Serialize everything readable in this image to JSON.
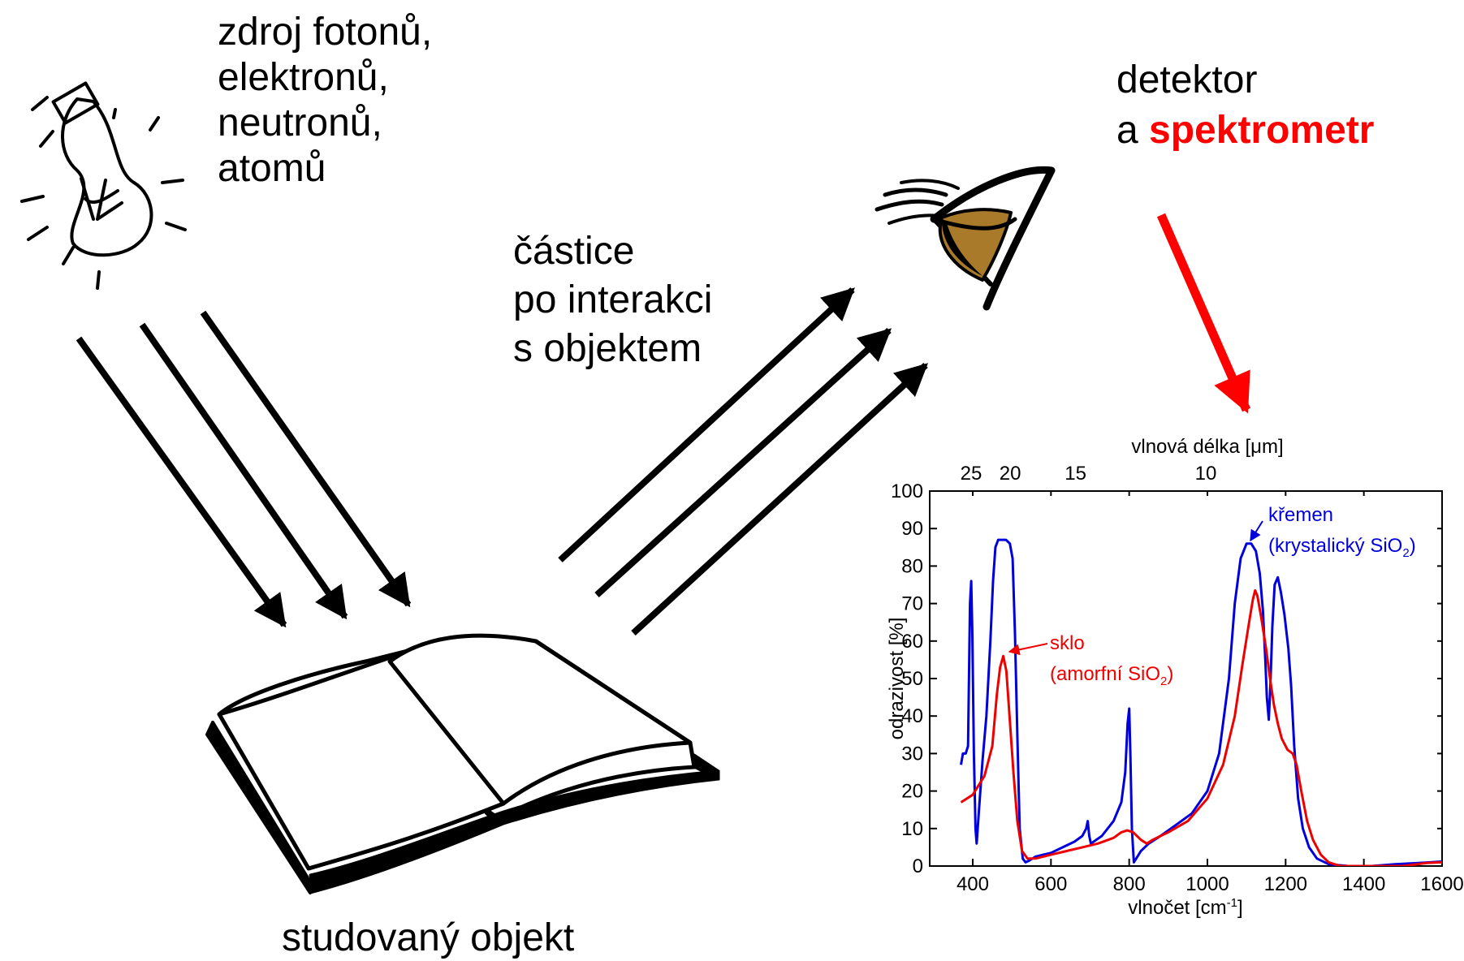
{
  "source": {
    "lines": [
      "zdroj fotonů,",
      "elektronů,",
      "neutronů,",
      "atomů"
    ],
    "icon": "light-bulb-icon"
  },
  "particles": {
    "lines": [
      "částice",
      "po interakci",
      "s objektem"
    ]
  },
  "detector": {
    "line1": "detektor",
    "line2_prefix": "a ",
    "line2_highlight": "spektrometr",
    "icon": "eye-icon"
  },
  "object": {
    "label": "studovaný objekt",
    "icon": "open-book-icon"
  },
  "colors": {
    "arrows": "#000000",
    "spectrometer_arrow": "#ff0000",
    "highlight_text": "#ff0000",
    "quartz": "#0000dd",
    "glass": "#ee0000",
    "iris": "#a87a2a"
  },
  "chart_data": {
    "type": "line",
    "xlabel": "vlnočet [cm",
    "xlabel_sup": "-1",
    "xlabel_close": "]",
    "ylabel": "odrazivost [%]",
    "top_axis_label": "vlnová délka [μm]",
    "xlim": [
      290,
      1600
    ],
    "ylim": [
      0,
      100
    ],
    "xticks": [
      400,
      600,
      800,
      1000,
      1200,
      1400,
      1600
    ],
    "yticks": [
      0,
      10,
      20,
      30,
      40,
      50,
      60,
      70,
      80,
      90,
      100
    ],
    "top_ticks": [
      {
        "label": "25",
        "wavenumber": 400
      },
      {
        "label": "20",
        "wavenumber": 500
      },
      {
        "label": "15",
        "wavenumber": 667
      },
      {
        "label": "10",
        "wavenumber": 1000
      }
    ],
    "series": [
      {
        "name": "křemen",
        "color": "#0000dd",
        "points": [
          [
            370,
            27
          ],
          [
            375,
            30
          ],
          [
            382,
            30
          ],
          [
            388,
            32
          ],
          [
            393,
            70
          ],
          [
            396,
            76
          ],
          [
            399,
            62
          ],
          [
            403,
            30
          ],
          [
            407,
            10
          ],
          [
            410,
            6
          ],
          [
            416,
            15
          ],
          [
            425,
            28
          ],
          [
            435,
            40
          ],
          [
            445,
            60
          ],
          [
            452,
            76
          ],
          [
            458,
            85
          ],
          [
            465,
            87
          ],
          [
            475,
            87
          ],
          [
            485,
            87
          ],
          [
            495,
            86
          ],
          [
            502,
            82
          ],
          [
            508,
            62
          ],
          [
            514,
            35
          ],
          [
            520,
            10
          ],
          [
            528,
            2
          ],
          [
            535,
            1
          ],
          [
            545,
            1.5
          ],
          [
            560,
            2.5
          ],
          [
            580,
            3
          ],
          [
            600,
            3.5
          ],
          [
            630,
            5
          ],
          [
            660,
            6.5
          ],
          [
            680,
            8
          ],
          [
            690,
            10
          ],
          [
            694,
            12
          ],
          [
            698,
            8
          ],
          [
            702,
            6
          ],
          [
            730,
            8
          ],
          [
            760,
            12
          ],
          [
            780,
            17
          ],
          [
            790,
            25
          ],
          [
            796,
            38
          ],
          [
            800,
            42
          ],
          [
            803,
            30
          ],
          [
            807,
            10
          ],
          [
            812,
            1
          ],
          [
            818,
            2
          ],
          [
            830,
            4
          ],
          [
            850,
            6
          ],
          [
            880,
            8
          ],
          [
            920,
            11
          ],
          [
            960,
            14
          ],
          [
            1000,
            20
          ],
          [
            1030,
            30
          ],
          [
            1055,
            50
          ],
          [
            1070,
            70
          ],
          [
            1085,
            82
          ],
          [
            1100,
            86
          ],
          [
            1112,
            86
          ],
          [
            1124,
            84
          ],
          [
            1134,
            78
          ],
          [
            1142,
            68
          ],
          [
            1148,
            55
          ],
          [
            1152,
            45
          ],
          [
            1157,
            39
          ],
          [
            1161,
            48
          ],
          [
            1166,
            64
          ],
          [
            1172,
            75
          ],
          [
            1180,
            77
          ],
          [
            1188,
            73
          ],
          [
            1197,
            67
          ],
          [
            1207,
            58
          ],
          [
            1214,
            48
          ],
          [
            1222,
            32
          ],
          [
            1232,
            18
          ],
          [
            1244,
            10
          ],
          [
            1260,
            5
          ],
          [
            1280,
            2
          ],
          [
            1310,
            0.5
          ],
          [
            1360,
            0
          ],
          [
            1420,
            0
          ],
          [
            1480,
            0.5
          ],
          [
            1540,
            0.8
          ],
          [
            1600,
            1.2
          ]
        ]
      },
      {
        "name": "sklo",
        "color": "#ee0000",
        "points": [
          [
            370,
            17
          ],
          [
            400,
            19
          ],
          [
            430,
            24
          ],
          [
            450,
            32
          ],
          [
            462,
            46
          ],
          [
            470,
            53
          ],
          [
            478,
            56
          ],
          [
            486,
            52
          ],
          [
            494,
            40
          ],
          [
            504,
            25
          ],
          [
            514,
            12
          ],
          [
            526,
            4
          ],
          [
            540,
            2
          ],
          [
            560,
            2
          ],
          [
            600,
            3
          ],
          [
            640,
            4
          ],
          [
            680,
            5
          ],
          [
            720,
            6
          ],
          [
            760,
            7.5
          ],
          [
            780,
            9
          ],
          [
            795,
            9.5
          ],
          [
            810,
            9
          ],
          [
            830,
            7
          ],
          [
            845,
            6
          ],
          [
            860,
            7
          ],
          [
            900,
            9
          ],
          [
            950,
            12
          ],
          [
            1000,
            18
          ],
          [
            1040,
            27
          ],
          [
            1070,
            40
          ],
          [
            1090,
            54
          ],
          [
            1105,
            64
          ],
          [
            1116,
            71
          ],
          [
            1122,
            73.5
          ],
          [
            1128,
            72
          ],
          [
            1138,
            66
          ],
          [
            1150,
            58
          ],
          [
            1160,
            50
          ],
          [
            1170,
            43
          ],
          [
            1180,
            38
          ],
          [
            1190,
            34
          ],
          [
            1205,
            31
          ],
          [
            1218,
            30
          ],
          [
            1228,
            27
          ],
          [
            1240,
            20
          ],
          [
            1255,
            12
          ],
          [
            1270,
            7
          ],
          [
            1290,
            3
          ],
          [
            1310,
            1
          ],
          [
            1340,
            0
          ],
          [
            1400,
            0
          ],
          [
            1500,
            0
          ],
          [
            1560,
            0.8
          ],
          [
            1600,
            1
          ]
        ]
      }
    ],
    "annotations": {
      "quartz": {
        "text": "křemen",
        "line2": "(krystalický SiO",
        "sub": "2",
        "close": ")"
      },
      "glass": {
        "text": "sklo",
        "line2": "(amorfní SiO",
        "sub": "2",
        "close": ")"
      }
    }
  }
}
